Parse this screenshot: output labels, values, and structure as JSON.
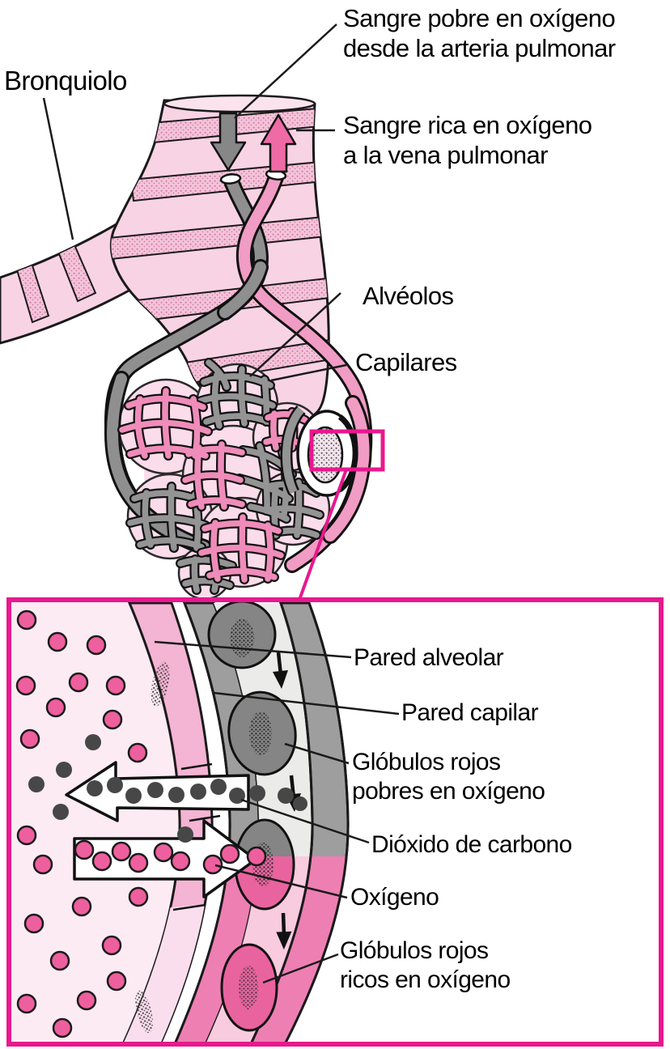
{
  "figure": {
    "language": "es",
    "colors": {
      "accent_magenta": "#e8188e",
      "vessel_pink": "#f09cc4",
      "arrow_pink": "#ee6ba6",
      "vessel_gray": "#8f8f8f",
      "tissue_pink_light": "#f8d3e4",
      "alveolus_air": "#fdebf4",
      "alveolar_wall_pink": "#f4b4d3",
      "capillary_wall_gray": "#9e9e9e",
      "capillary_wall_pink": "#ee7fb3",
      "rbc_gray": "#858585",
      "rbc_pink": "#e9639f",
      "oxygen_dot": "#ee5f9e",
      "co2_dot": "#474747"
    }
  },
  "main_diagram": {
    "labels": {
      "bronchiole": "Bronquiolo",
      "blood_poor_line1": "Sangre pobre en oxígeno",
      "blood_poor_line2": "desde la arteria pulmonar",
      "blood_rich_line1": "Sangre rica en oxígeno",
      "blood_rich_line2": "a la vena pulmonar",
      "alveoli": "Alvéolos",
      "capillaries": "Capilares"
    }
  },
  "inset": {
    "labels": {
      "alveolar_wall": "Pared alveolar",
      "capillary_wall": "Pared capilar",
      "rbc_poor_line1": "Glóbulos rojos",
      "rbc_poor_line2": "pobres en oxígeno",
      "co2": "Dióxido de carbono",
      "o2": "Oxígeno",
      "rbc_rich_line1": "Glóbulos rojos",
      "rbc_rich_line2": "ricos en oxígeno"
    }
  }
}
